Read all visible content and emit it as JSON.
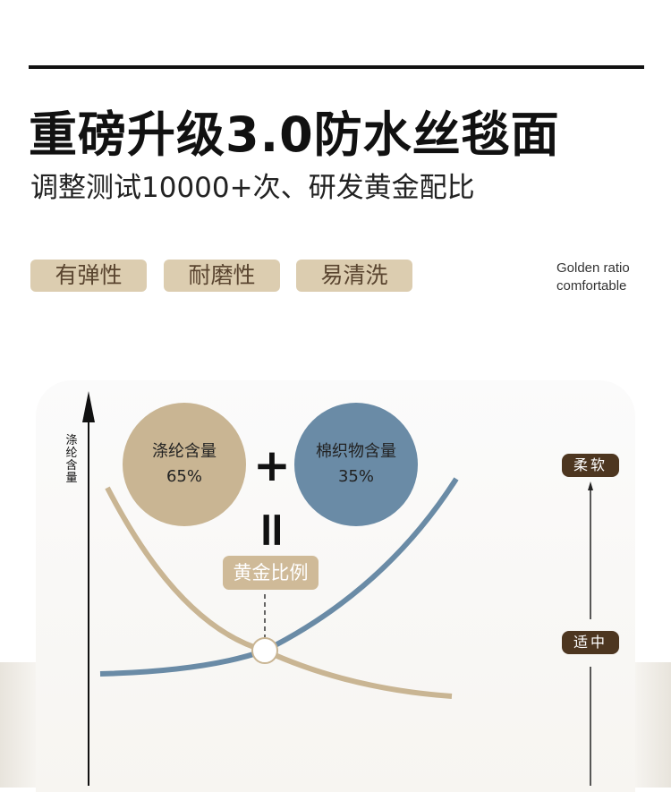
{
  "title": "重磅升级3.0防水丝毯面",
  "subtitle": "调整测试10000+次、研发黄金配比",
  "tags": [
    "有弹性",
    "耐磨性",
    "易清洗"
  ],
  "golden": {
    "line1": "Golden ratio",
    "line2": "comfortable"
  },
  "diagram": {
    "y_axis_label": "涤纶含量",
    "polyester": {
      "label": "涤纶含量",
      "value": "65%",
      "color": "#c9b593"
    },
    "cotton": {
      "label": "棉织物含量",
      "value": "35%",
      "color": "#6a8ba6"
    },
    "plus": "+",
    "equals": "=",
    "ratio_label": "黄金比例",
    "scale": {
      "top": "柔软",
      "middle": "适中"
    }
  }
}
